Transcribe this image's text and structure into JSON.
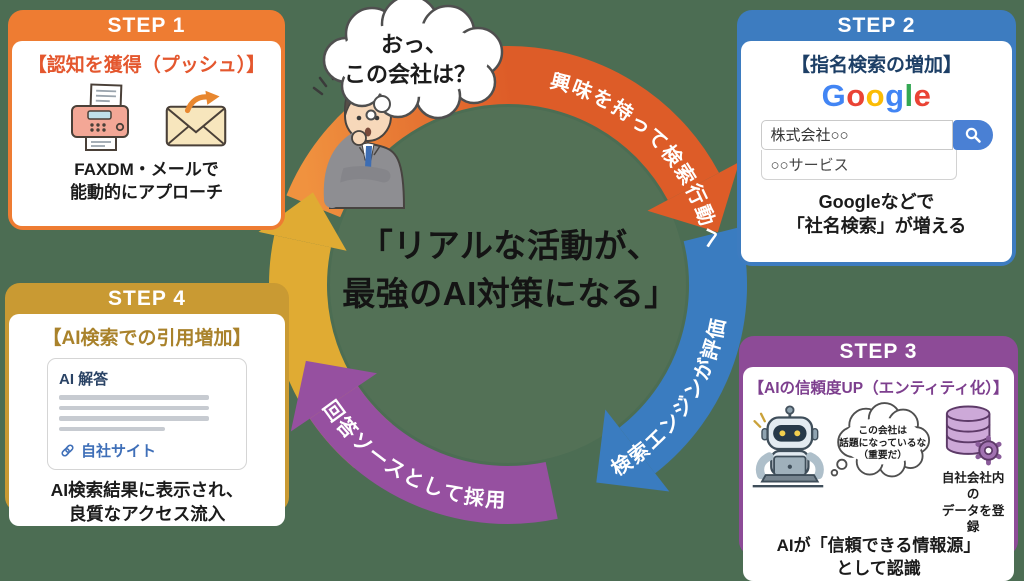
{
  "background_color": "#4c6d53",
  "center_quote": {
    "line1": "「リアルな活動が、",
    "line2": "最強のAI対策になる」"
  },
  "thought_bubble": {
    "line1": "おっ、",
    "line2": "この会社は？"
  },
  "cycle": {
    "arrows": [
      {
        "id": "interest",
        "label": "興味を持って検索行動へ",
        "color": "#dd5c28",
        "color_tail": "#f0923f"
      },
      {
        "id": "evaluate",
        "label": "検索エンジンが評価",
        "color": "#3a7cc0"
      },
      {
        "id": "adopt",
        "label": "回答ソースとして採用",
        "color": "#9650a0"
      },
      {
        "id": "loop",
        "label": "",
        "color": "#e0ab33"
      }
    ]
  },
  "steps": [
    {
      "badge": "STEP 1",
      "title": "【認知を獲得（プッシュ）】",
      "header_color": "#ee7c32",
      "title_color": "#e4572e",
      "icons": [
        "fax-machine-icon",
        "email-envelope-icon"
      ],
      "caption_line1": "FAXDM・メールで",
      "caption_line2": "能動的にアプローチ"
    },
    {
      "badge": "STEP 2",
      "title": "【指名検索の増加】",
      "header_color": "#3d7cc0",
      "title_color": "#1d3f66",
      "google_letters": [
        "G",
        "o",
        "o",
        "g",
        "l",
        "e"
      ],
      "google_colors": [
        "#4285F4",
        "#EA4335",
        "#FBBC05",
        "#4285F4",
        "#34A853",
        "#EA4335"
      ],
      "search_query": "株式会社○○",
      "search_suggestion": "○○サービス",
      "caption_line1": "Googleなどで",
      "caption_line2": "「社名検索」が増える"
    },
    {
      "badge": "STEP 3",
      "title": "【AIの信頼度UP（エンティティ化）】",
      "header_color": "#8d4b97",
      "title_color": "#7d3f8e",
      "bubble_line1": "この会社は",
      "bubble_line2": "話題になっているな",
      "bubble_line3": "（重要だ）",
      "db_caption_line1": "自社会社内の",
      "db_caption_line2": "データを登録",
      "caption_line1": "AIが「信頼できる情報源」",
      "caption_line2": "として認識"
    },
    {
      "badge": "STEP 4",
      "title": "【AI検索での引用増加】",
      "header_color": "#c99a33",
      "title_color": "#a9822b",
      "ai_box_title": "AI 解答",
      "ai_box_link": "自社サイト",
      "caption_line1": "AI検索結果に表示され、",
      "caption_line2": "良質なアクセス流入"
    }
  ]
}
